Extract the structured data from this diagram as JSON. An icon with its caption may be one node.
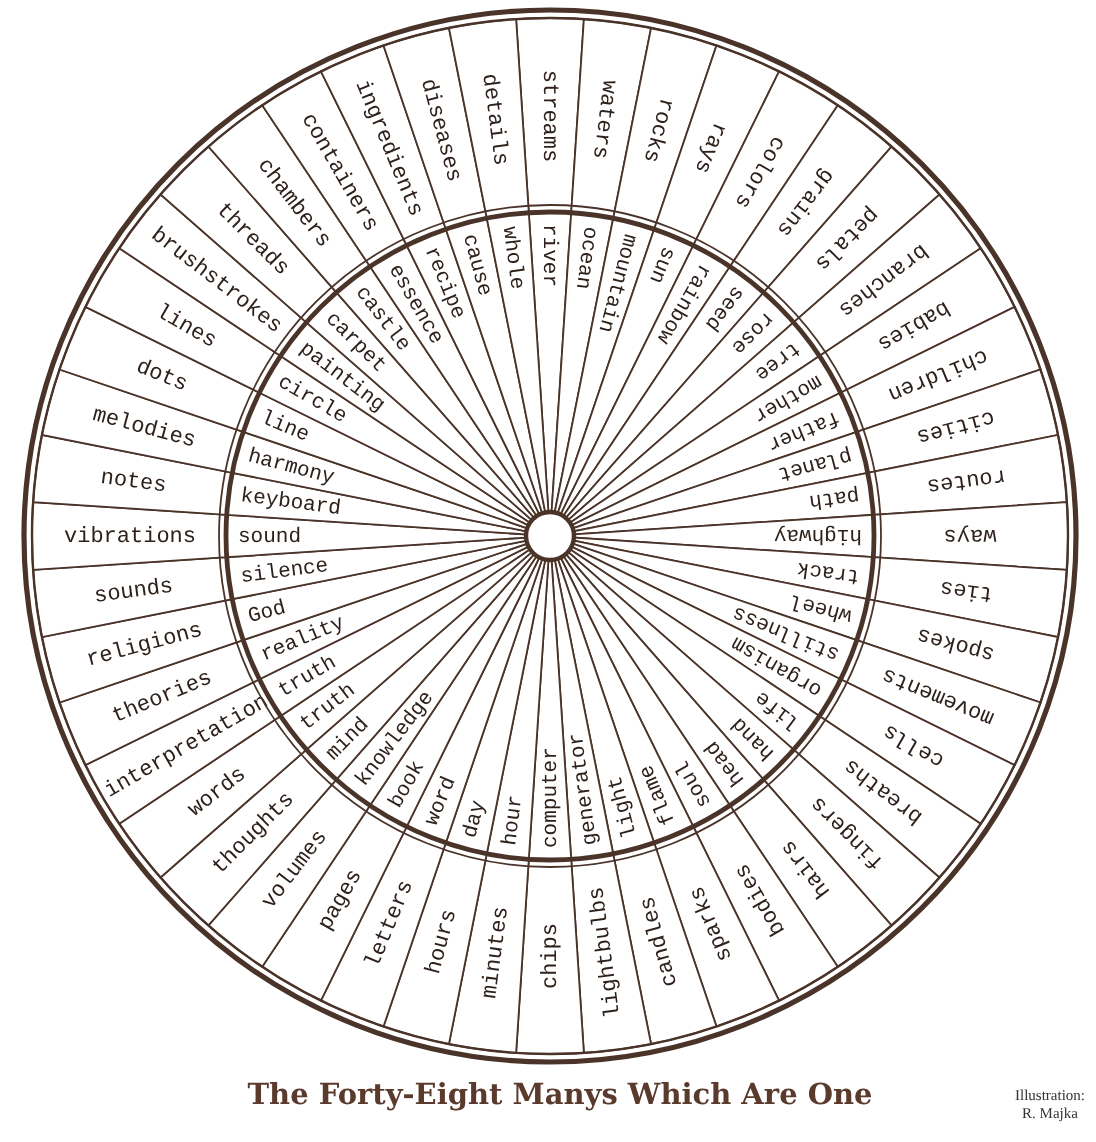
{
  "diagram": {
    "title": "The Forty-Eight Manys Which Are One",
    "nodes": [
      {
        "text": [
          "streams"
        ]
      },
      {
        "text": [
          "waters"
        ]
      },
      {
        "text": [
          "rocks"
        ]
      },
      {
        "text": [
          "rays"
        ]
      },
      {
        "text": [
          "colors"
        ]
      },
      {
        "text": [
          "grains"
        ]
      },
      {
        "text": [
          "petals"
        ]
      },
      {
        "text": [
          "branches"
        ]
      },
      {
        "text": [
          "babies"
        ]
      },
      {
        "text": [
          "children"
        ]
      },
      {
        "text": [
          "cities"
        ]
      },
      {
        "text": [
          "routes"
        ]
      },
      {
        "text": [
          "ways"
        ]
      },
      {
        "text": [
          "ties"
        ]
      },
      {
        "text": [
          "spokes"
        ]
      },
      {
        "text": [
          "movements"
        ]
      },
      {
        "text": [
          "cells"
        ]
      },
      {
        "text": [
          "breaths"
        ]
      },
      {
        "text": [
          "fingers"
        ]
      },
      {
        "text": [
          "hairs"
        ]
      },
      {
        "text": [
          "bodies"
        ]
      },
      {
        "text": [
          "sparks"
        ]
      },
      {
        "text": [
          "candles"
        ]
      },
      {
        "text": [
          "lightbulbs"
        ]
      },
      {
        "text": [
          "chips"
        ]
      },
      {
        "text": [
          "minutes"
        ]
      },
      {
        "text": [
          "hours"
        ]
      },
      {
        "text": [
          "letters"
        ]
      },
      {
        "text": [
          "pages"
        ]
      },
      {
        "text": [
          "volumes"
        ]
      },
      {
        "text": [
          "thoughts"
        ]
      },
      {
        "text": [
          "words"
        ]
      },
      {
        "text": [
          "interpretation"
        ]
      },
      {
        "text": [
          "theories"
        ]
      },
      {
        "text": [
          "religions"
        ]
      },
      {
        "text": [
          "sounds"
        ]
      },
      {
        "text": [
          "vibrations"
        ]
      },
      {
        "text": [
          "notes"
        ]
      },
      {
        "text": [
          "melodies"
        ]
      },
      {
        "text": [
          "dots"
        ]
      },
      {
        "text": [
          "lines"
        ]
      },
      {
        "text": [
          "brushstrokes"
        ]
      },
      {
        "text": [
          "threads"
        ]
      },
      {
        "text": [
          "chambers"
        ]
      },
      {
        "text": [
          "containers"
        ]
      },
      {
        "text": [
          "ingredients"
        ]
      },
      {
        "text": [
          "diseases"
        ]
      },
      {
        "text": [
          "details"
        ]
      },
      {
        "text": [
          "river"
        ]
      },
      {
        "text": [
          "ocean"
        ]
      },
      {
        "text": [
          "mountain"
        ]
      },
      {
        "text": [
          "sun"
        ]
      },
      {
        "text": [
          "rainbow"
        ]
      },
      {
        "text": [
          "seed"
        ]
      },
      {
        "text": [
          "rose"
        ]
      },
      {
        "text": [
          "tree"
        ]
      },
      {
        "text": [
          "mother"
        ]
      },
      {
        "text": [
          "father"
        ]
      },
      {
        "text": [
          "planet"
        ]
      },
      {
        "text": [
          "path"
        ]
      },
      {
        "text": [
          "highway"
        ]
      },
      {
        "text": [
          "track"
        ]
      },
      {
        "text": [
          "wheel"
        ]
      },
      {
        "text": [
          "stillness"
        ]
      },
      {
        "text": [
          "organism"
        ]
      },
      {
        "text": [
          "life"
        ]
      },
      {
        "text": [
          "hand"
        ]
      },
      {
        "text": [
          "head"
        ]
      },
      {
        "text": [
          "soul"
        ]
      },
      {
        "text": [
          "flame"
        ]
      },
      {
        "text": [
          "light"
        ]
      },
      {
        "text": [
          "generator"
        ]
      },
      {
        "text": [
          "computer"
        ]
      },
      {
        "text": [
          "hour"
        ]
      },
      {
        "text": [
          "day"
        ]
      },
      {
        "text": [
          "word"
        ]
      },
      {
        "text": [
          "book"
        ]
      },
      {
        "text": [
          "knowledge"
        ]
      },
      {
        "text": [
          "mind"
        ]
      },
      {
        "text": [
          "truth"
        ]
      },
      {
        "text": [
          "truth"
        ]
      },
      {
        "text": [
          "reality"
        ]
      },
      {
        "text": [
          "God"
        ]
      },
      {
        "text": [
          "silence"
        ]
      },
      {
        "text": [
          "sound"
        ]
      },
      {
        "text": [
          "keyboard"
        ]
      },
      {
        "text": [
          "harmony"
        ]
      },
      {
        "text": [
          "line"
        ]
      },
      {
        "text": [
          "circle"
        ]
      },
      {
        "text": [
          "painting"
        ]
      },
      {
        "text": [
          "carpet"
        ]
      },
      {
        "text": [
          "castle"
        ]
      },
      {
        "text": [
          "essence"
        ]
      },
      {
        "text": [
          "recipe"
        ]
      },
      {
        "text": [
          "cause"
        ]
      },
      {
        "text": [
          "whole"
        ]
      }
    ],
    "labels": [
      "Illustration: R. Majka"
    ]
  }
}
